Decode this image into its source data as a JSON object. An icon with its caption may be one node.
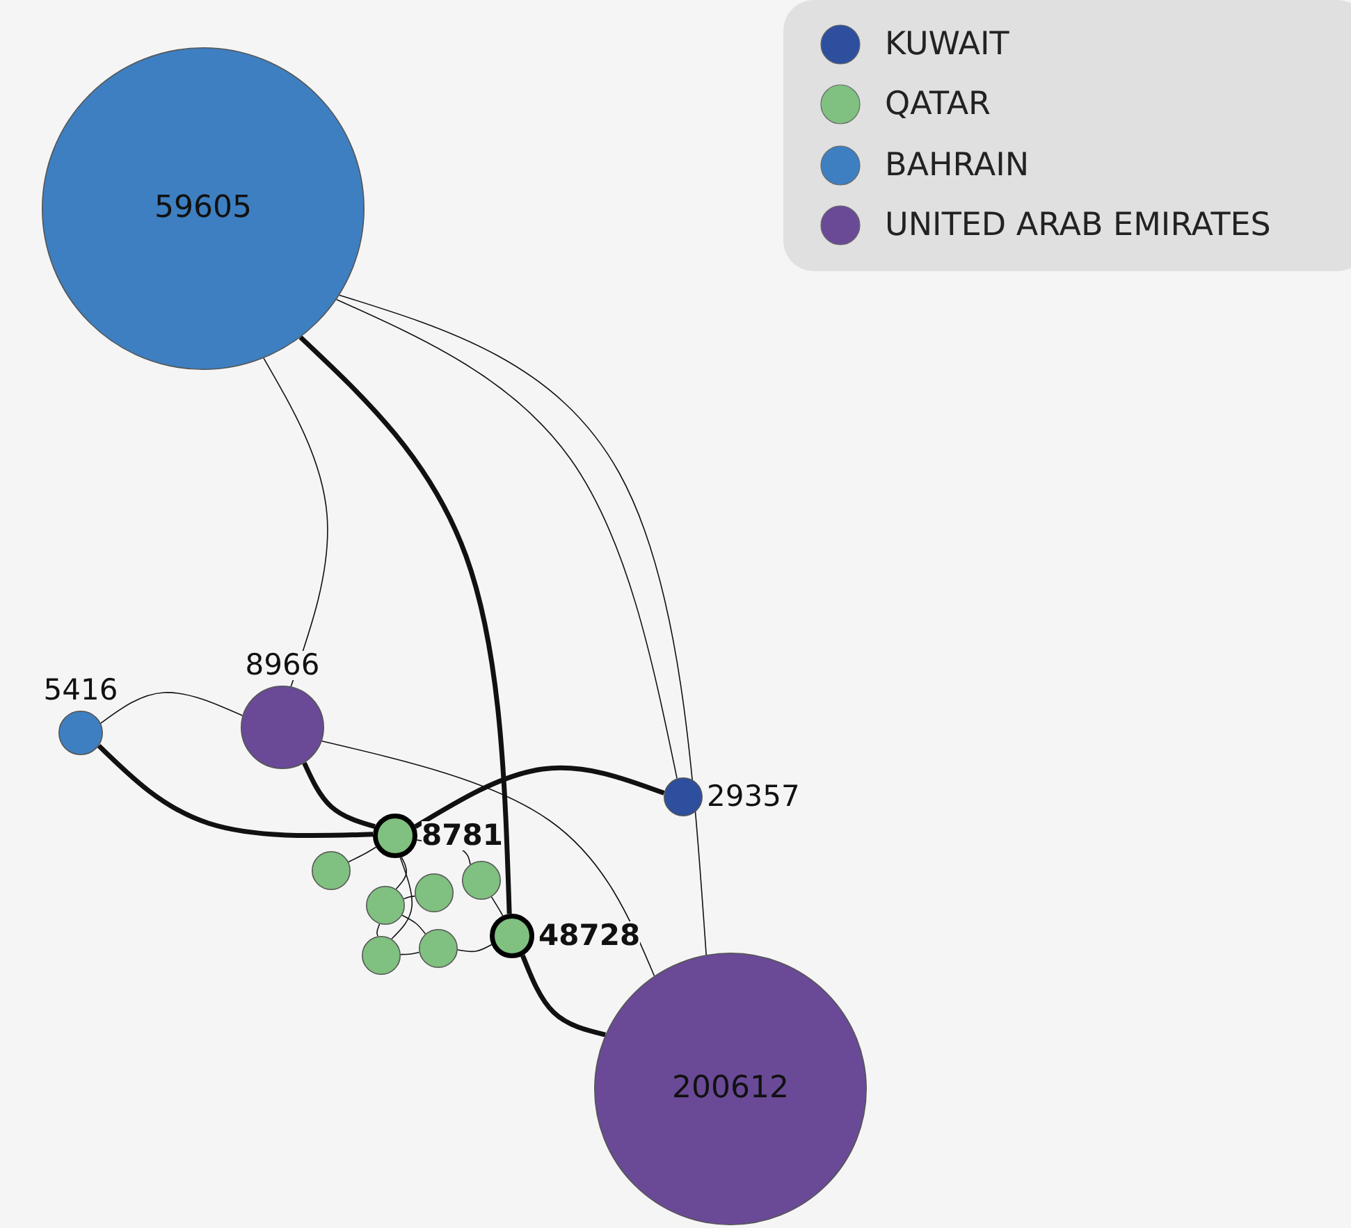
{
  "diagram": {
    "nodes": [
      {
        "text": [
          "59605"
        ]
      },
      {
        "text": [
          "5416"
        ]
      },
      {
        "text": [
          "8966"
        ]
      },
      {
        "text": [
          "29357"
        ]
      },
      {
        "text": [
          "8781"
        ]
      },
      {
        "text": [
          "48728"
        ]
      },
      {
        "text": [
          "200612"
        ]
      },
      {
        "text": [],
        "shape": "circle"
      },
      {
        "text": [],
        "shape": "circle"
      },
      {
        "text": [],
        "shape": "circle"
      },
      {
        "text": [],
        "shape": "circle"
      },
      {
        "text": [],
        "shape": "circle"
      },
      {
        "text": [],
        "shape": "circle"
      }
    ],
    "edges": [
      {
        "from": 0,
        "to": 2,
        "arrow": "none"
      },
      {
        "from": 0,
        "to": 5,
        "arrow": "none",
        "style": "thick"
      },
      {
        "from": 0,
        "to": 3,
        "arrow": "none"
      },
      {
        "from": 0,
        "to": 6,
        "arrow": "none"
      },
      {
        "from": 1,
        "to": 2,
        "arrow": "none"
      },
      {
        "from": 1,
        "to": 4,
        "arrow": "none",
        "style": "thick"
      },
      {
        "from": 2,
        "to": 4,
        "arrow": "none",
        "style": "thick"
      },
      {
        "from": 2,
        "to": 6,
        "arrow": "none"
      },
      {
        "from": 4,
        "to": 3,
        "arrow": "none",
        "style": "thick"
      },
      {
        "from": 5,
        "to": 6,
        "arrow": "none",
        "style": "thick"
      },
      {
        "from": 4,
        "to": 7,
        "arrow": "none"
      },
      {
        "from": 4,
        "to": 8,
        "arrow": "none"
      },
      {
        "from": 8,
        "to": 5,
        "arrow": "none"
      },
      {
        "from": 10,
        "to": 9,
        "arrow": "none"
      },
      {
        "from": 4,
        "to": 10,
        "arrow": "none"
      },
      {
        "from": 4,
        "to": 11,
        "arrow": "none"
      },
      {
        "from": 10,
        "to": 11,
        "arrow": "none"
      },
      {
        "from": 10,
        "to": 12,
        "arrow": "none"
      },
      {
        "from": 11,
        "to": 12,
        "arrow": "none"
      },
      {
        "from": 12,
        "to": 5,
        "arrow": "none"
      }
    ],
    "legend": [
      {
        "text": "KUWAIT",
        "color": "#2d4f9e"
      },
      {
        "text": "QATAR",
        "color": "#80c080"
      },
      {
        "text": "BAHRAIN",
        "color": "#3e7fc1"
      },
      {
        "text": "UNITED ARAB EMIRATES",
        "color": "#6a4a97"
      }
    ]
  }
}
